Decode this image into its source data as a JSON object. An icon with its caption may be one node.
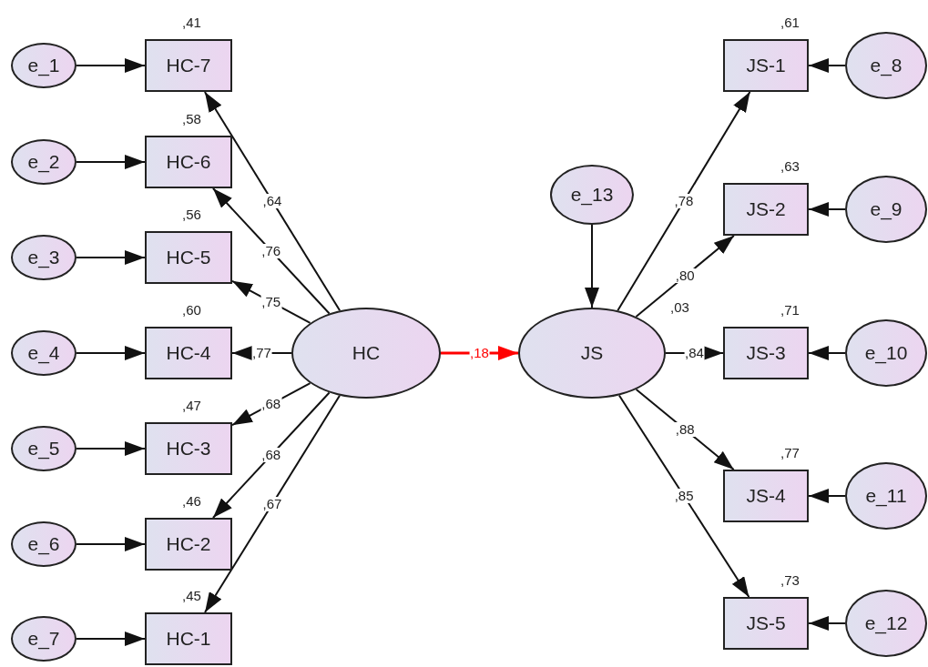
{
  "diagram": {
    "nodes": [
      {
        "text": [
          "e_1"
        ]
      },
      {
        "text": [
          "e_2"
        ]
      },
      {
        "text": [
          "e_3"
        ]
      },
      {
        "text": [
          "e_4"
        ]
      },
      {
        "text": [
          "e_5"
        ]
      },
      {
        "text": [
          "e_6"
        ]
      },
      {
        "text": [
          "e_7"
        ]
      },
      {
        "text": [
          "HC-7"
        ],
        "beside": [
          ",41"
        ]
      },
      {
        "text": [
          "HC-6"
        ],
        "beside": [
          ",58"
        ]
      },
      {
        "text": [
          "HC-5"
        ],
        "beside": [
          ",56"
        ]
      },
      {
        "text": [
          "HC-4"
        ],
        "beside": [
          ",60"
        ]
      },
      {
        "text": [
          "HC-3"
        ],
        "beside": [
          ",47"
        ]
      },
      {
        "text": [
          "HC-2"
        ],
        "beside": [
          ",46"
        ]
      },
      {
        "text": [
          "HC-1"
        ],
        "beside": [
          ",45"
        ]
      },
      {
        "text": [
          "HC"
        ]
      },
      {
        "text": [
          "JS"
        ],
        "beside": [
          ",03"
        ]
      },
      {
        "text": [
          "e_13"
        ]
      },
      {
        "text": [
          "JS-1"
        ],
        "beside": [
          ",61"
        ]
      },
      {
        "text": [
          "JS-2"
        ],
        "beside": [
          ",63"
        ]
      },
      {
        "text": [
          "JS-3"
        ],
        "beside": [
          ",71"
        ]
      },
      {
        "text": [
          "JS-4"
        ],
        "beside": [
          ",77"
        ]
      },
      {
        "text": [
          "JS-5"
        ],
        "beside": [
          ",73"
        ]
      },
      {
        "text": [
          "e_8"
        ]
      },
      {
        "text": [
          "e_9"
        ]
      },
      {
        "text": [
          "e_10"
        ]
      },
      {
        "text": [
          "e_11"
        ]
      },
      {
        "text": [
          "e_12"
        ]
      }
    ],
    "edges": [
      {
        "from": 0,
        "to": 7,
        "arrow": "to"
      },
      {
        "from": 1,
        "to": 8,
        "arrow": "to"
      },
      {
        "from": 2,
        "to": 9,
        "arrow": "to"
      },
      {
        "from": 3,
        "to": 10,
        "arrow": "to"
      },
      {
        "from": 4,
        "to": 11,
        "arrow": "to"
      },
      {
        "from": 5,
        "to": 12,
        "arrow": "to"
      },
      {
        "from": 6,
        "to": 13,
        "arrow": "to"
      },
      {
        "from": 14,
        "to": 7,
        "arrow": "to",
        "label": ",64"
      },
      {
        "from": 14,
        "to": 8,
        "arrow": "to",
        "label": ",76"
      },
      {
        "from": 14,
        "to": 9,
        "arrow": "to",
        "label": ",75"
      },
      {
        "from": 14,
        "to": 10,
        "arrow": "to",
        "label": ",77"
      },
      {
        "from": 14,
        "to": 11,
        "arrow": "to",
        "label": ",68"
      },
      {
        "from": 14,
        "to": 12,
        "arrow": "to",
        "label": ",68"
      },
      {
        "from": 14,
        "to": 13,
        "arrow": "to",
        "label": ",67"
      },
      {
        "from": 14,
        "to": 15,
        "arrow": "to",
        "label": ",18",
        "color": "#ff0000"
      },
      {
        "from": 16,
        "to": 15,
        "arrow": "to"
      },
      {
        "from": 15,
        "to": 17,
        "arrow": "to",
        "label": ",78"
      },
      {
        "from": 15,
        "to": 18,
        "arrow": "to",
        "label": ",80"
      },
      {
        "from": 15,
        "to": 19,
        "arrow": "to",
        "label": ",84"
      },
      {
        "from": 15,
        "to": 20,
        "arrow": "to",
        "label": ",88"
      },
      {
        "from": 15,
        "to": 21,
        "arrow": "to",
        "label": ",85"
      },
      {
        "from": 22,
        "to": 17,
        "arrow": "to"
      },
      {
        "from": 23,
        "to": 18,
        "arrow": "to"
      },
      {
        "from": 24,
        "to": 19,
        "arrow": "to"
      },
      {
        "from": 25,
        "to": 20,
        "arrow": "to"
      },
      {
        "from": 26,
        "to": 21,
        "arrow": "to"
      }
    ]
  }
}
